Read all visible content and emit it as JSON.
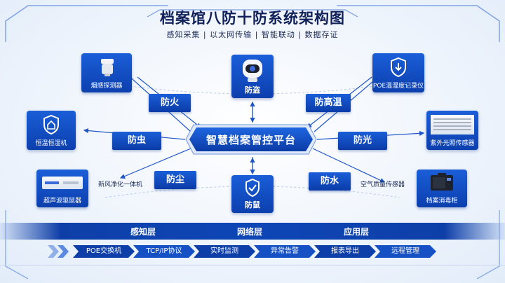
{
  "header": {
    "title": "档案馆八防十防系统架构图",
    "subtitle": "感知采集 | 以太网传输 | 智能联动 | 数据存证"
  },
  "hub": {
    "label": "智慧档案管控平台"
  },
  "devices": {
    "smoke": "烟感探测器",
    "camera": "防盗",
    "poe": "POE温湿度记录仪",
    "shield": "恒温恒湿机",
    "uv": "紫外光照传感器",
    "ultrasonic": "超声波驱鼠器",
    "rodent": "防鼠",
    "disinfect": "档案消毒柜"
  },
  "functions": {
    "fire": "防火",
    "heat": "防高温",
    "insect": "防虫",
    "light": "防光",
    "dust": "防尘",
    "water": "防水"
  },
  "side_labels": {
    "fresh_air": "新风净化一体机",
    "air_quality": "空气质量传感器"
  },
  "layers": [
    "感知层",
    "网络层",
    "应用层"
  ],
  "protocols": [
    "POE交换机",
    "TCP/IP协议",
    "实时监测",
    "异常告警",
    "报表导出",
    "远程管理"
  ],
  "colors": {
    "primary": "#0c3fae",
    "accent": "#1a5ed8",
    "line": "#1e56c8",
    "title": "#10205a"
  },
  "icons": [
    "smoke-detector-icon",
    "security-camera-icon",
    "download-shield-icon",
    "house-shield-icon",
    "air-conditioner-icon",
    "air-purifier-icon",
    "check-shield-icon",
    "disinfection-cabinet-icon"
  ]
}
